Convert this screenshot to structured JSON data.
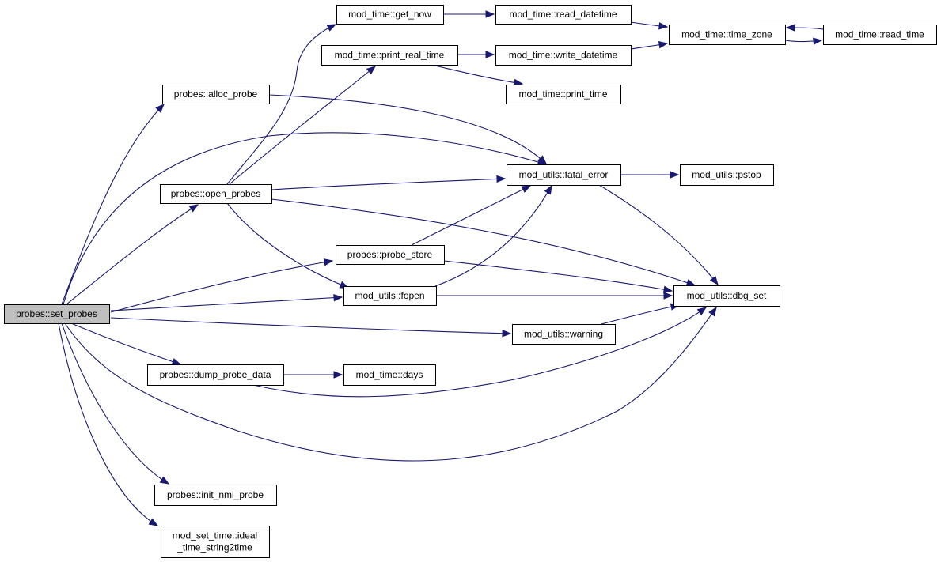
{
  "graph": {
    "colors": {
      "edge": "#191970",
      "root_fill": "#bfbfbf",
      "node_fill": "#ffffff",
      "node_border": "#000000"
    },
    "nodes": {
      "set_probes": {
        "lines": [
          "probes::set_probes"
        ]
      },
      "alloc_probe": {
        "lines": [
          "probes::alloc_probe"
        ]
      },
      "open_probes": {
        "lines": [
          "probes::open_probes"
        ]
      },
      "probe_store": {
        "lines": [
          "probes::probe_store"
        ]
      },
      "fopen": {
        "lines": [
          "mod_utils::fopen"
        ]
      },
      "dump_probe_data": {
        "lines": [
          "probes::dump_probe_data"
        ]
      },
      "init_nml_probe": {
        "lines": [
          "probes::init_nml_probe"
        ]
      },
      "ideal_time": {
        "lines": [
          "mod_set_time::ideal",
          "_time_string2time"
        ]
      },
      "get_now": {
        "lines": [
          "mod_time::get_now"
        ]
      },
      "print_real_time": {
        "lines": [
          "mod_time::print_real_time"
        ]
      },
      "read_datetime": {
        "lines": [
          "mod_time::read_datetime"
        ]
      },
      "write_datetime": {
        "lines": [
          "mod_time::write_datetime"
        ]
      },
      "print_time": {
        "lines": [
          "mod_time::print_time"
        ]
      },
      "time_zone": {
        "lines": [
          "mod_time::time_zone"
        ]
      },
      "read_time": {
        "lines": [
          "mod_time::read_time"
        ]
      },
      "fatal_error": {
        "lines": [
          "mod_utils::fatal_error"
        ]
      },
      "pstop": {
        "lines": [
          "mod_utils::pstop"
        ]
      },
      "dbg_set": {
        "lines": [
          "mod_utils::dbg_set"
        ]
      },
      "warning": {
        "lines": [
          "mod_utils::warning"
        ]
      },
      "days": {
        "lines": [
          "mod_time::days"
        ]
      }
    },
    "edges": [
      {
        "from": "set_probes",
        "to": "alloc_probe"
      },
      {
        "from": "set_probes",
        "to": "fatal_error"
      },
      {
        "from": "set_probes",
        "to": "open_probes"
      },
      {
        "from": "set_probes",
        "to": "probe_store"
      },
      {
        "from": "set_probes",
        "to": "fopen"
      },
      {
        "from": "set_probes",
        "to": "warning"
      },
      {
        "from": "set_probes",
        "to": "dump_probe_data"
      },
      {
        "from": "set_probes",
        "to": "dbg_set"
      },
      {
        "from": "set_probes",
        "to": "init_nml_probe"
      },
      {
        "from": "set_probes",
        "to": "ideal_time"
      },
      {
        "from": "alloc_probe",
        "to": "fatal_error"
      },
      {
        "from": "open_probes",
        "to": "get_now"
      },
      {
        "from": "open_probes",
        "to": "print_real_time"
      },
      {
        "from": "open_probes",
        "to": "fatal_error"
      },
      {
        "from": "open_probes",
        "to": "dbg_set"
      },
      {
        "from": "open_probes",
        "to": "fopen"
      },
      {
        "from": "probe_store",
        "to": "fatal_error"
      },
      {
        "from": "probe_store",
        "to": "dbg_set"
      },
      {
        "from": "fopen",
        "to": "fatal_error"
      },
      {
        "from": "fopen",
        "to": "dbg_set"
      },
      {
        "from": "warning",
        "to": "dbg_set"
      },
      {
        "from": "dump_probe_data",
        "to": "days"
      },
      {
        "from": "dump_probe_data",
        "to": "dbg_set"
      },
      {
        "from": "get_now",
        "to": "read_datetime"
      },
      {
        "from": "print_real_time",
        "to": "write_datetime"
      },
      {
        "from": "print_real_time",
        "to": "print_time"
      },
      {
        "from": "read_datetime",
        "to": "time_zone"
      },
      {
        "from": "write_datetime",
        "to": "time_zone"
      },
      {
        "from": "time_zone",
        "to": "read_time"
      },
      {
        "from": "read_time",
        "to": "time_zone"
      },
      {
        "from": "fatal_error",
        "to": "pstop"
      },
      {
        "from": "fatal_error",
        "to": "dbg_set"
      }
    ]
  }
}
